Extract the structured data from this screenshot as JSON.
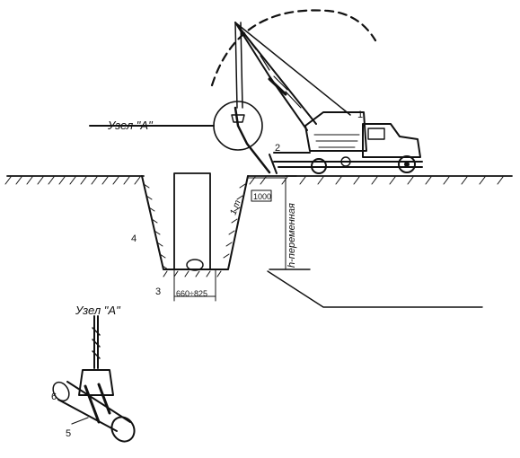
{
  "labels": {
    "node_a_main": "Узел \"А\"",
    "node_a_detail": "Узел \"А\"",
    "num_1": "1",
    "num_2": "2",
    "num_3": "3",
    "num_4": "4",
    "num_5": "5",
    "num_6": "6",
    "dim_1000": "1000",
    "dim_1m": "1 m",
    "dim_width": "660÷825",
    "h_variable": "h-переменная"
  }
}
